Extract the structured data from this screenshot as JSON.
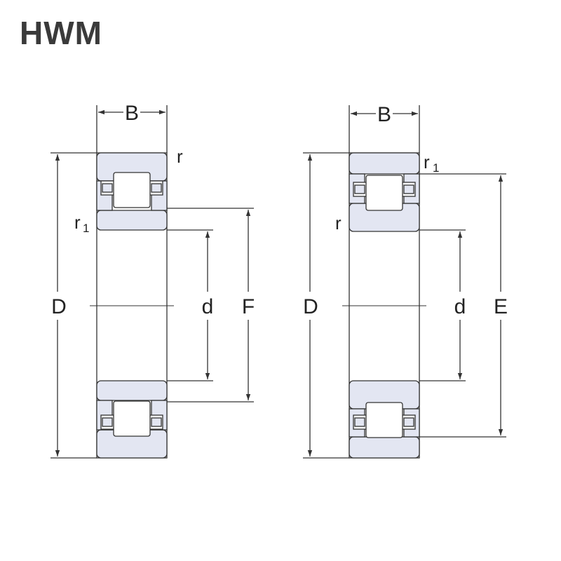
{
  "brand": "HWM",
  "colors": {
    "ring_fill": "#e3e6f2",
    "line": "#333333",
    "background": "#ffffff"
  },
  "left_drawing": {
    "width_label": "B",
    "outer_diameter_label": "D",
    "bore_label": "d",
    "raceway_label": "F",
    "chamfer_outer": "r",
    "chamfer_inner_base": "r",
    "chamfer_inner_sub": "1"
  },
  "right_drawing": {
    "width_label": "B",
    "outer_diameter_label": "D",
    "bore_label": "d",
    "raceway_label": "E",
    "chamfer_outer_base": "r",
    "chamfer_outer_sub": "1",
    "chamfer_inner": "r"
  }
}
